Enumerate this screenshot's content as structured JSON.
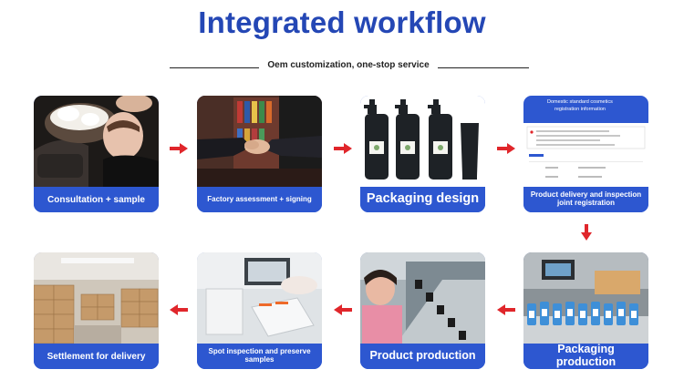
{
  "header": {
    "title": "Integrated workflow",
    "subtitle": "Oem customization, one-stop service"
  },
  "steps": [
    {
      "label": "Consultation + sample"
    },
    {
      "label": "Factory assessment + signing"
    },
    {
      "label": "Packaging design"
    },
    {
      "label": "Product delivery and inspection joint registration"
    },
    {
      "label": "Packaging production"
    },
    {
      "label": "Product production"
    },
    {
      "label": "Spot inspection and preserve samples"
    },
    {
      "label": "Settlement for delivery"
    }
  ],
  "registration_doc": {
    "header_line1": "Domestic standard cosmetics",
    "header_line2": "registration information"
  },
  "colors": {
    "title": "#2447b5",
    "card_label_bg": "#2d57d0",
    "arrow": "#e0262b"
  },
  "icons": {
    "arrow": "red-arrow-icon"
  }
}
